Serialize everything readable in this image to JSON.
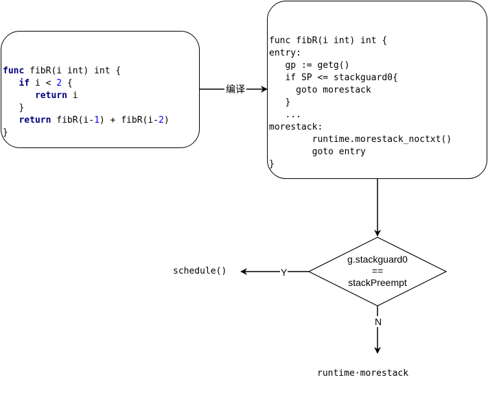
{
  "source_code": {
    "line1": {
      "kw": "func",
      "rest": " fibR(i int) int {"
    },
    "line2": {
      "indent": "   ",
      "kw": "if",
      "pre": " i < ",
      "num": "2",
      "post": " {"
    },
    "line3": {
      "indent": "      ",
      "kw": "return",
      "rest": " i"
    },
    "line4": "   }",
    "line5": {
      "indent": "   ",
      "kw": "return",
      "a": " fibR(i-",
      "n1": "1",
      "b": ") + fibR(i-",
      "n2": "2",
      "c": ")"
    },
    "line6": "}"
  },
  "compile_label": "编译",
  "compiled_code": [
    "func fibR(i int) int {",
    "entry:",
    "   gp := getg()",
    "   if SP <= stackguard0{",
    "     goto morestack",
    "   }",
    "   ...",
    "morestack:",
    "        runtime.morestack_noctxt()",
    "        goto entry",
    "}"
  ],
  "decision": {
    "line1": "g.stackguard0",
    "line2": "==",
    "line3": "stackPreempt"
  },
  "yes_label": "Y",
  "no_label": "N",
  "yes_target": "schedule()",
  "no_target": "runtime·morestack"
}
